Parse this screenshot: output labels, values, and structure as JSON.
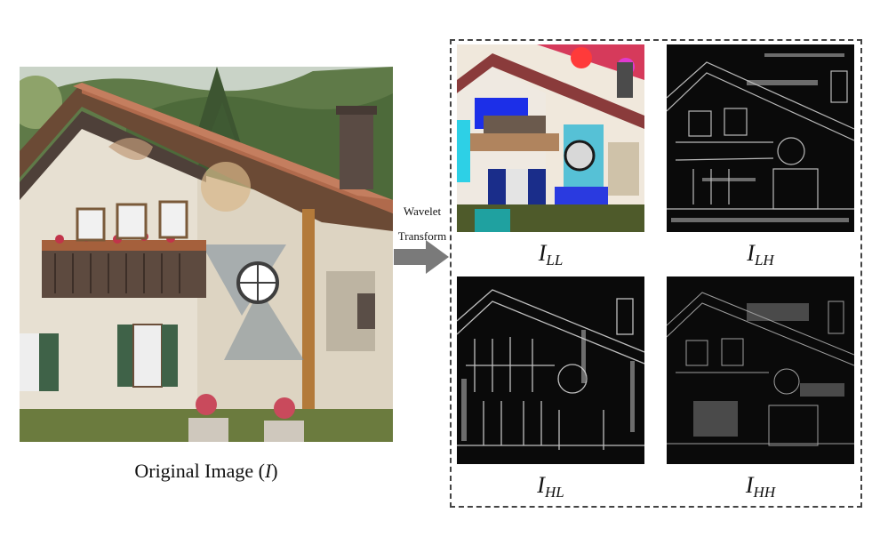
{
  "original": {
    "caption_prefix": "Original Image (",
    "caption_symbol": "I",
    "caption_suffix": ")"
  },
  "arrow": {
    "label_line1": "Wavelet",
    "label_line2": "Transform"
  },
  "subbands": [
    {
      "symbol": "I",
      "subscript": "LL"
    },
    {
      "symbol": "I",
      "subscript": "LH"
    },
    {
      "symbol": "I",
      "subscript": "HL"
    },
    {
      "symbol": "I",
      "subscript": "HH"
    }
  ]
}
